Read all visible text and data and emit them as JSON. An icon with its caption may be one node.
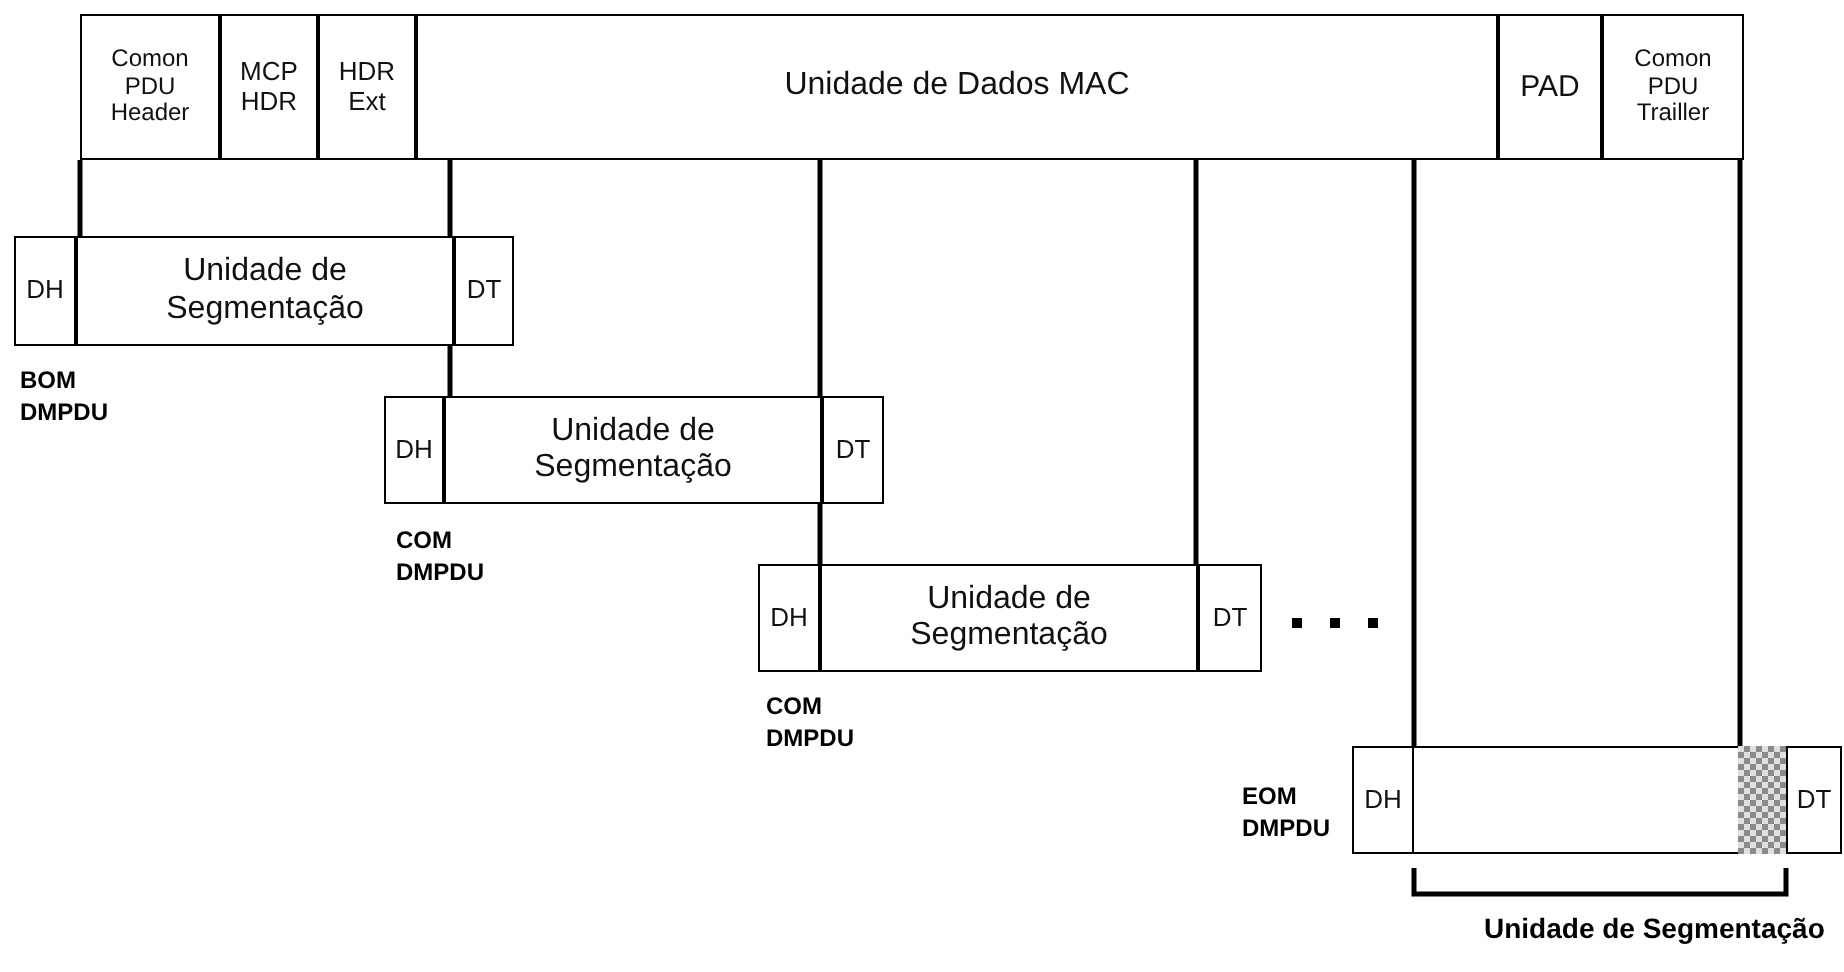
{
  "diagram": {
    "nodes": [
      {
        "text": [
          "Comon PDU Header"
        ]
      },
      {
        "text": [
          "MCP HDR"
        ]
      },
      {
        "text": [
          "HDR Ext"
        ]
      },
      {
        "text": [
          "Unidade de Dados MAC"
        ]
      },
      {
        "text": [
          "PAD"
        ]
      },
      {
        "text": [
          "Comon PDU Trailler"
        ]
      },
      {
        "text": [
          "DH"
        ]
      },
      {
        "text": [
          "Unidade de Segmentação"
        ]
      },
      {
        "text": [
          "DT"
        ]
      },
      {
        "text": [
          "DH"
        ]
      },
      {
        "text": [
          "Unidade de Segmentação"
        ]
      },
      {
        "text": [
          "DT"
        ]
      },
      {
        "text": [
          "DH"
        ]
      },
      {
        "text": [
          "Unidade de Segmentação"
        ]
      },
      {
        "text": [
          "DT"
        ]
      },
      {
        "text": [
          "DH"
        ]
      },
      {
        "text": [],
        "shape": "box"
      },
      {
        "text": [],
        "shape": "box"
      },
      {
        "text": [
          "DT"
        ]
      }
    ],
    "edges": [
      {
        "from": 0,
        "to": 7,
        "arrow": "none"
      },
      {
        "from": 3,
        "to": 7,
        "arrow": "none"
      },
      {
        "from": 7,
        "to": 10,
        "arrow": "none"
      },
      {
        "from": 3,
        "to": 10,
        "arrow": "none"
      },
      {
        "from": 10,
        "to": 13,
        "arrow": "none"
      },
      {
        "from": 3,
        "to": 13,
        "arrow": "none"
      },
      {
        "from": 3,
        "to": 16,
        "arrow": "none"
      },
      {
        "from": 5,
        "to": 16,
        "arrow": "none"
      }
    ],
    "labels": [
      "BOM DMPDU",
      "COM DMPDU",
      "COM DMPDU",
      "EOM DMPDU",
      "Unidade de Segmentação"
    ]
  }
}
